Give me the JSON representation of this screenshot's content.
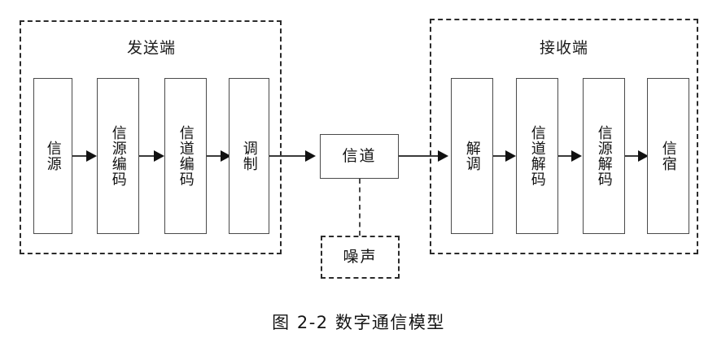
{
  "figure": {
    "caption": "图 2-2    数字通信模型",
    "caption_label": "图 2-2",
    "caption_title": "数字通信模型"
  },
  "groups": [
    {
      "id": "transmitter",
      "title": "发送端"
    },
    {
      "id": "receiver",
      "title": "接收端"
    }
  ],
  "transmitter": {
    "title": "发送端",
    "nodes": [
      {
        "id": "source",
        "label": "信源"
      },
      {
        "id": "source-encoder",
        "label": "信源编码"
      },
      {
        "id": "channel-encoder",
        "label": "信道编码"
      },
      {
        "id": "modulator",
        "label": "调制"
      }
    ]
  },
  "channel": {
    "label": "信道",
    "noise": "噪声"
  },
  "receiver": {
    "title": "接收端",
    "nodes": [
      {
        "id": "demodulator",
        "label": "解调"
      },
      {
        "id": "channel-decoder",
        "label": "信道解码"
      },
      {
        "id": "source-decoder",
        "label": "信源解码"
      },
      {
        "id": "sink",
        "label": "信宿"
      }
    ]
  },
  "colors": {
    "box_border": "#4a4a4a",
    "dashed_border": "#2b2b2b",
    "line": "#3a3a3a",
    "arrow": "#111111",
    "text": "#141414",
    "background": "#ffffff"
  }
}
